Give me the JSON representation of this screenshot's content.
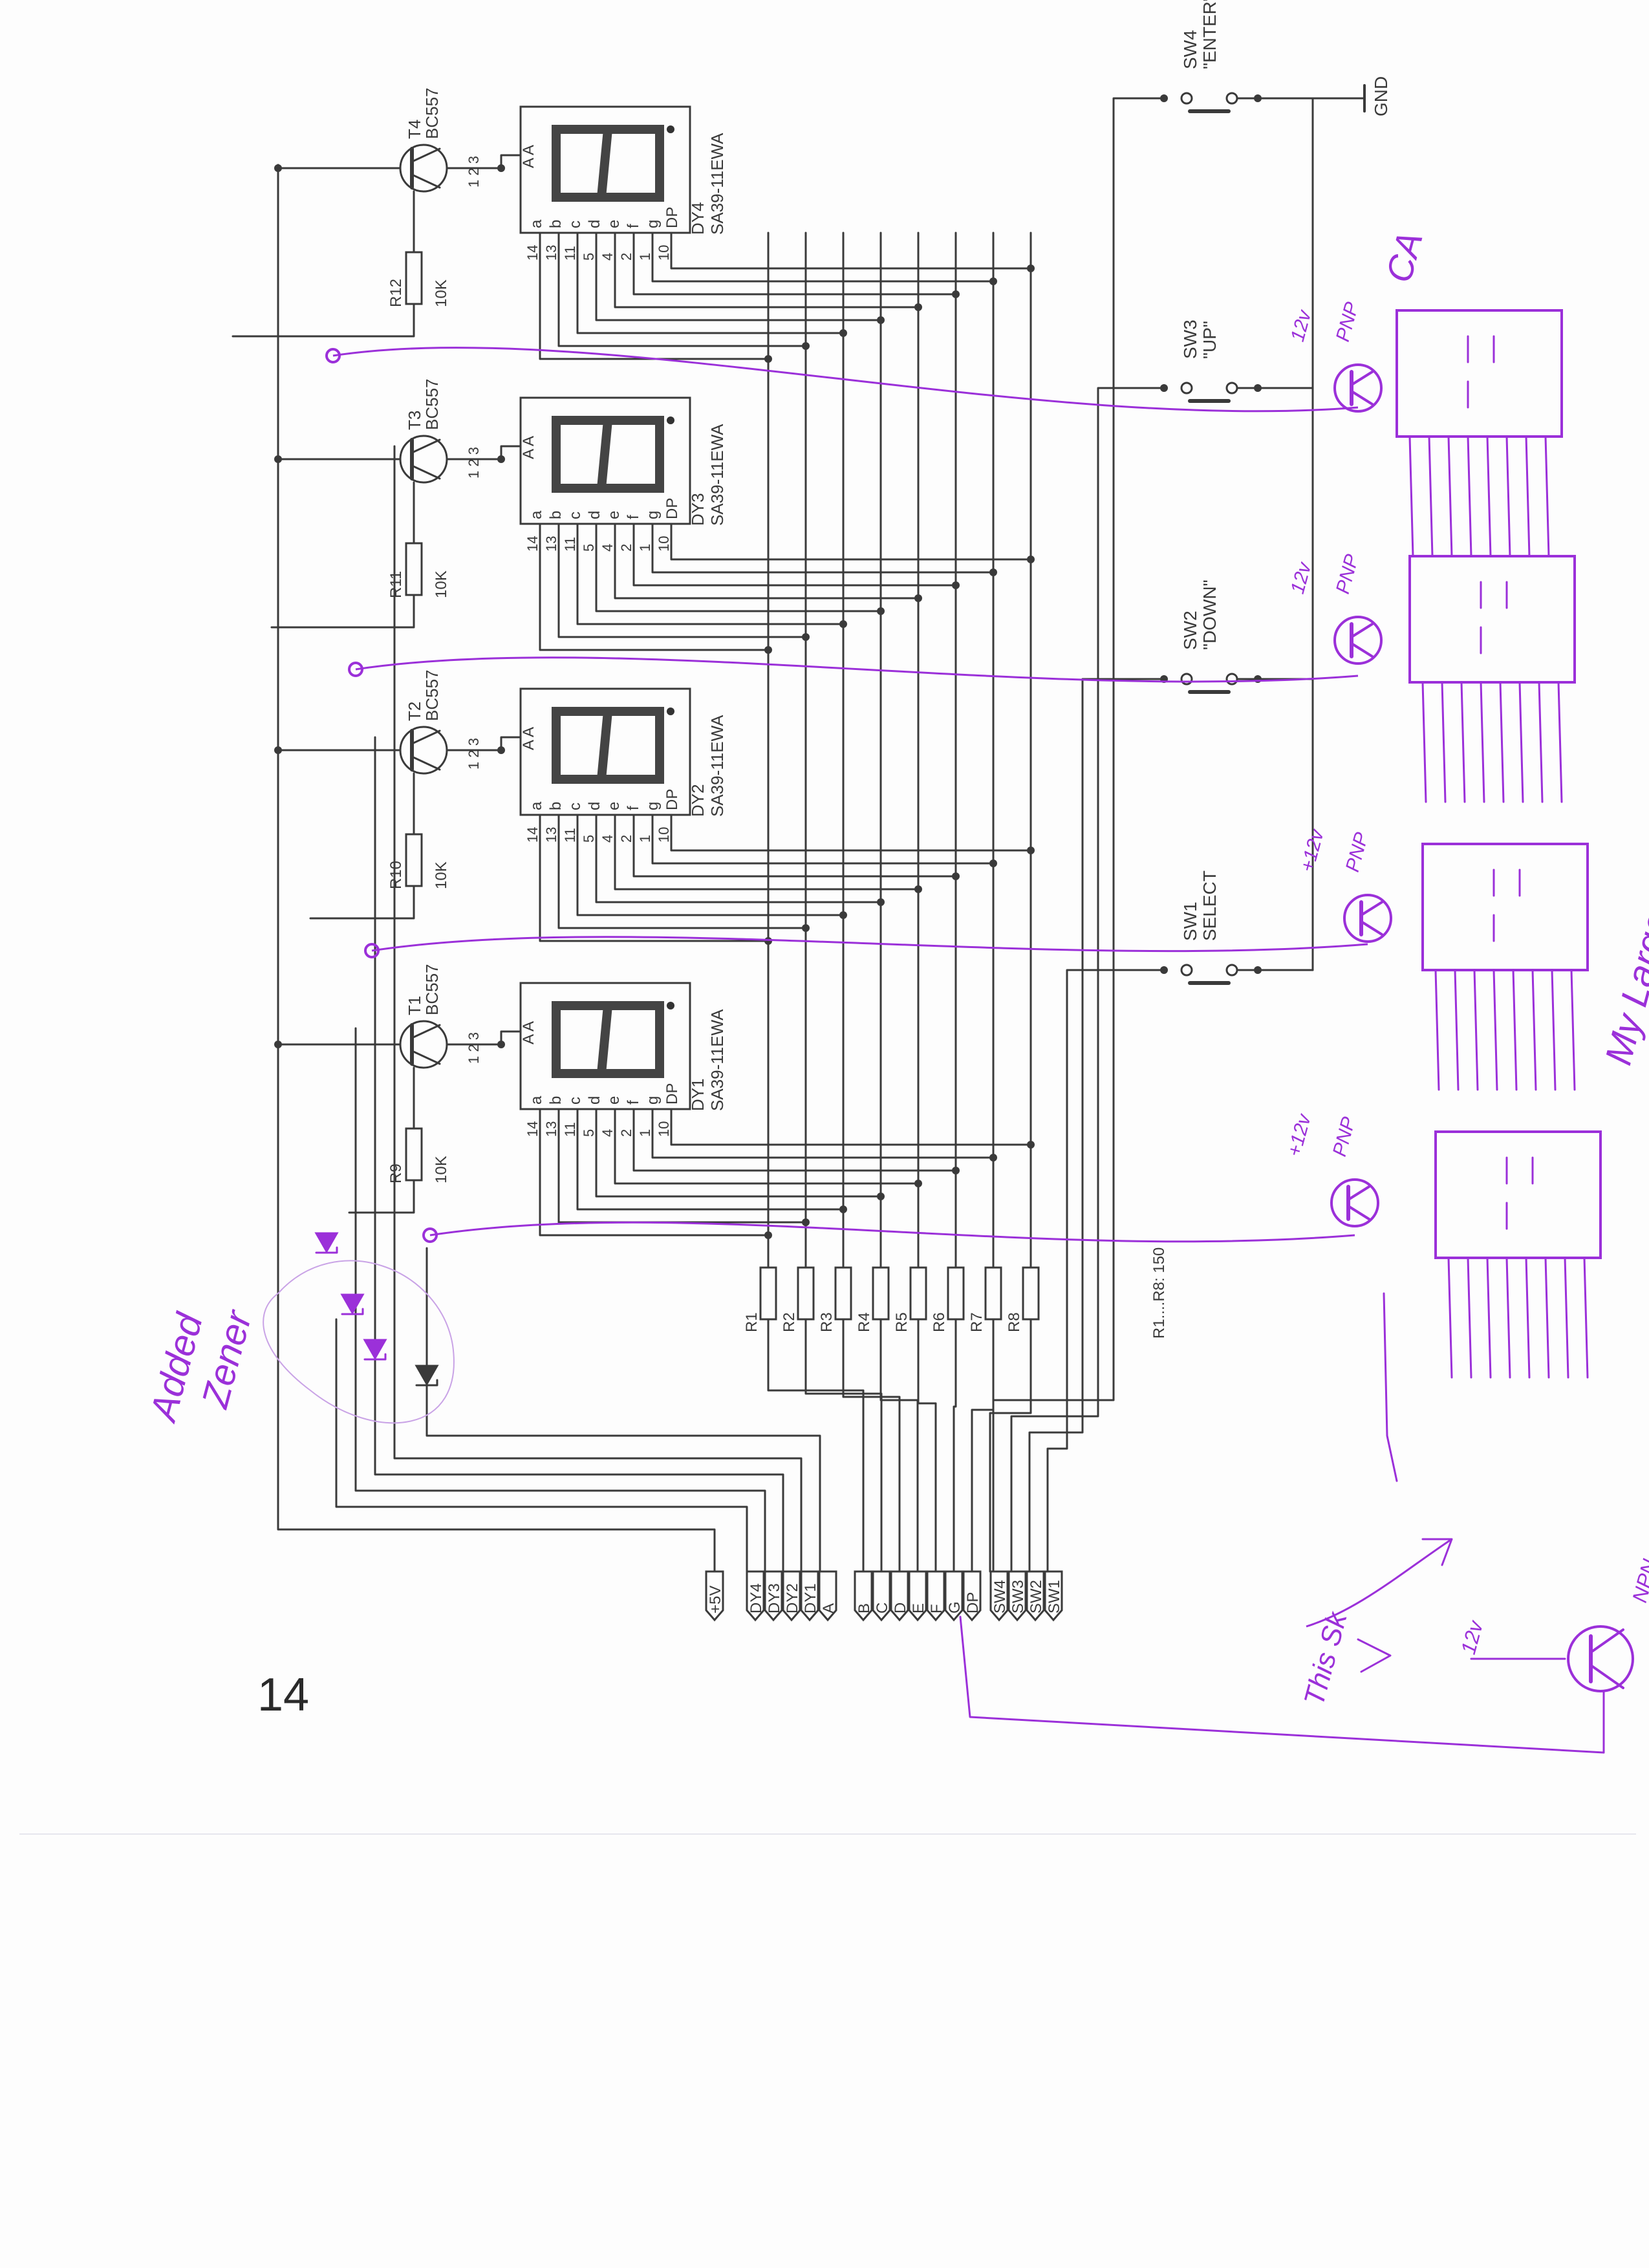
{
  "page_number": "14",
  "colors": {
    "ink": "#3a3a3a",
    "pen": "#9b30d9",
    "paper": "#fdfdfd"
  },
  "displays": [
    {
      "name": "DY1",
      "part": "SA39-11EWA"
    },
    {
      "name": "DY2",
      "part": "SA39-11EWA"
    },
    {
      "name": "DY3",
      "part": "SA39-11EWA"
    },
    {
      "name": "DY4",
      "part": "SA39-11EWA"
    }
  ],
  "segment_letters": [
    "a",
    "b",
    "c",
    "d",
    "e",
    "f",
    "g",
    "DP"
  ],
  "segment_pins": [
    "14",
    "13",
    "11",
    "5",
    "4",
    "2",
    "1",
    "10"
  ],
  "pin_numbers_ca": [
    "1",
    "2",
    "3"
  ],
  "common_anode_label": "A A",
  "transistors": [
    {
      "name": "T1",
      "part": "BC557"
    },
    {
      "name": "T2",
      "part": "BC557"
    },
    {
      "name": "T3",
      "part": "BC557"
    },
    {
      "name": "T4",
      "part": "BC557"
    }
  ],
  "base_resistors": [
    {
      "name": "R9",
      "value": "10K"
    },
    {
      "name": "R10",
      "value": "10K"
    },
    {
      "name": "R11",
      "value": "10K"
    },
    {
      "name": "R12",
      "value": "10K"
    }
  ],
  "segment_resistors": [
    "R1",
    "R2",
    "R3",
    "R4",
    "R5",
    "R6",
    "R7",
    "R8"
  ],
  "segment_resistor_note": "R1....R8: 150",
  "switches": [
    {
      "name": "SW1",
      "label": "SELECT"
    },
    {
      "name": "SW2",
      "label": "\"DOWN\""
    },
    {
      "name": "SW3",
      "label": "\"UP\""
    },
    {
      "name": "SW4",
      "label": "\"ENTER\""
    }
  ],
  "gnd_label": "GND",
  "connector": {
    "power": "+5V",
    "digits": [
      "DY4",
      "DY3",
      "DY2",
      "DY1",
      "A"
    ],
    "segments": [
      "B",
      "C",
      "D",
      "E",
      "F",
      "G",
      "DP"
    ],
    "switches": [
      "SW4",
      "SW3",
      "SW2",
      "SW1"
    ]
  },
  "annotations": {
    "added_zener_1": "Added",
    "added_zener_2": "Zener",
    "ca": "CA",
    "large_display": "My Large Display",
    "pnp": "PNP",
    "v12": "12v",
    "v12_plus": "+12v",
    "npn": "NPN",
    "this_sk": "This Sk"
  }
}
